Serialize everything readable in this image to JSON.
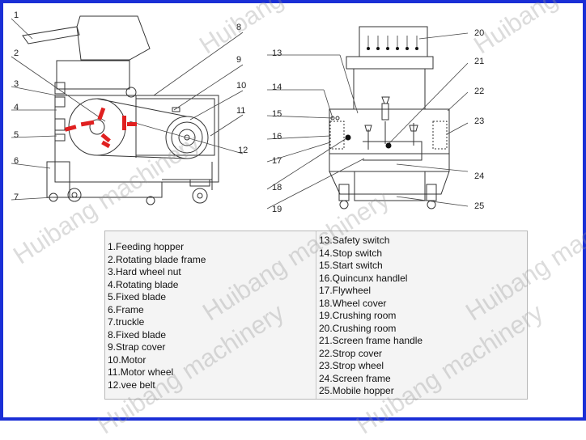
{
  "callouts": [
    "1",
    "2",
    "3",
    "4",
    "5",
    "6",
    "7",
    "8",
    "9",
    "10",
    "11",
    "12",
    "13",
    "14",
    "15",
    "16",
    "17",
    "18",
    "19",
    "20",
    "21",
    "22",
    "23",
    "24",
    "25"
  ],
  "parts_left": [
    "1.Feeding hopper",
    "2.Rotating blade frame",
    "3.Hard wheel nut",
    "4.Rotating blade",
    "5.Fixed blade",
    "6.Frame",
    "7.truckle",
    "8.Fixed blade",
    "9.Strap cover",
    "10.Motor",
    "11.Motor wheel",
    "12.vee belt"
  ],
  "parts_right": [
    "13.Safety switch",
    "14.Stop switch",
    "15.Start switch",
    "16.Quincunx handlel",
    "17.Flywheel",
    "18.Wheel cover",
    "19.Crushing room",
    "20.Crushing room",
    "21.Screen frame handle",
    "22.Strop cover",
    "23.Strop wheel",
    "24.Screen frame",
    "25.Mobile hopper"
  ],
  "watermarks": [
    "Huibang machinery",
    "Huibang machinery",
    "Huibang machinery",
    "Huibang machinery",
    "Huibang machinery",
    "Huibang machinery",
    "Huibang machinery"
  ],
  "colors": {
    "border": "#1a2fd6",
    "blade": "#e02020",
    "line": "#333333",
    "table_bg": "#f4f4f4"
  }
}
